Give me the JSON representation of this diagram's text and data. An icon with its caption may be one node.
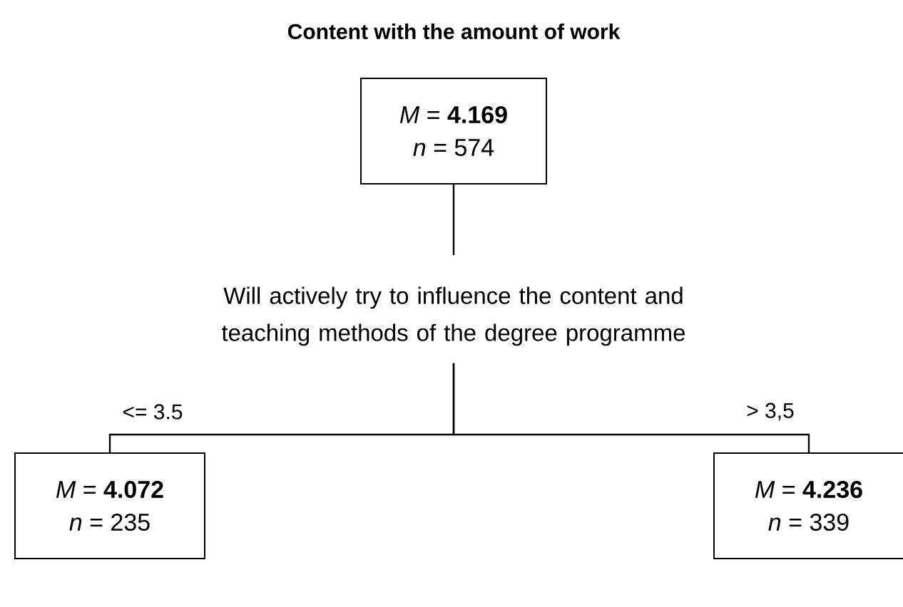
{
  "diagram": {
    "title": "Content with the amount of work",
    "nodes": [
      {
        "text": [
          "*M* = **4.169**",
          "*n* = 574"
        ]
      },
      {
        "text": [
          "Will actively try to influence the content and teaching methods of the degree programme"
        ]
      },
      {
        "text": [
          "*M* = **4.072**",
          "*n* = 235"
        ]
      },
      {
        "text": [
          "*M* = **4.236**",
          "*n* = 339"
        ]
      }
    ],
    "edges": [
      {
        "from": 0,
        "to": 1,
        "arrow": "none"
      },
      {
        "from": 1,
        "to": 2,
        "arrow": "none",
        "label": "<= 3.5"
      },
      {
        "from": 1,
        "to": 3,
        "arrow": "none",
        "label": "> 3,5"
      }
    ]
  }
}
